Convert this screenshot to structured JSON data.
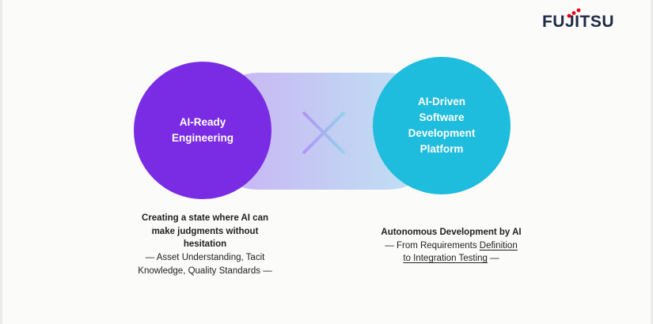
{
  "logo": {
    "text": "FUJITSU",
    "text_color": "#1d2947",
    "mark_color": "#e60012"
  },
  "diagram": {
    "cross_icon": "×",
    "cross_gradient_from": "#b493f2",
    "cross_gradient_to": "#93d2ec",
    "connector_gradient_from": "#9b63ef80",
    "connector_gradient_to": "#7fd4ec80",
    "left_circle": {
      "title": "AI-Ready\nEngineering",
      "inner_color": "#7a2ce4",
      "ring_color": "#9a5ff2"
    },
    "right_circle": {
      "title": "AI-Driven\nSoftware\nDevelopment\nPlatform",
      "inner_color": "#1ebcdd",
      "ring_color": "#5bd0e9"
    }
  },
  "captions": {
    "left": {
      "heading": "Creating a state where AI can\nmake judgments without\nhesitation",
      "detail": "— Asset Understanding, Tacit\nKnowledge, Quality Standards —"
    },
    "right": {
      "heading": "Autonomous Development by AI",
      "detail_prefix": "— From Requirements ",
      "detail_underlined": "Definition\nto Integration Testing",
      "detail_suffix": " —"
    }
  }
}
